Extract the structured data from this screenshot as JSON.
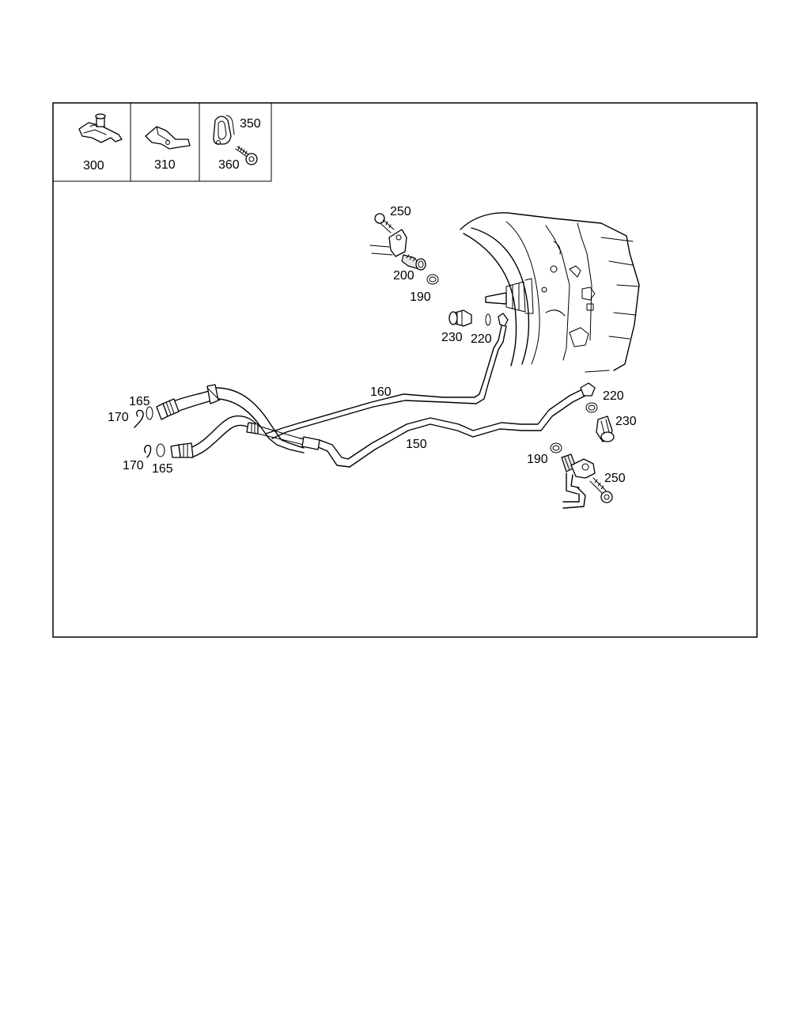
{
  "legend": {
    "cells": [
      {
        "label": "300",
        "icon": "bracket-clip-icon"
      },
      {
        "label": "310",
        "icon": "holder-clip-icon"
      },
      {
        "label": "350",
        "icon": "pipe-clamp-icon"
      },
      {
        "label": "360",
        "icon": "bolt-icon"
      }
    ]
  },
  "callouts": {
    "c250_top": "250",
    "c200": "200",
    "c190_top": "190",
    "c230_top": "230",
    "c220_top": "220",
    "c160": "160",
    "c165_top": "165",
    "c170_top": "170",
    "c150": "150",
    "c170_bottom": "170",
    "c165_bottom": "165",
    "c220_right": "220",
    "c230_right": "230",
    "c190_right": "190",
    "c250_right": "250"
  },
  "colors": {
    "line": "#000000",
    "background": "#ffffff"
  }
}
